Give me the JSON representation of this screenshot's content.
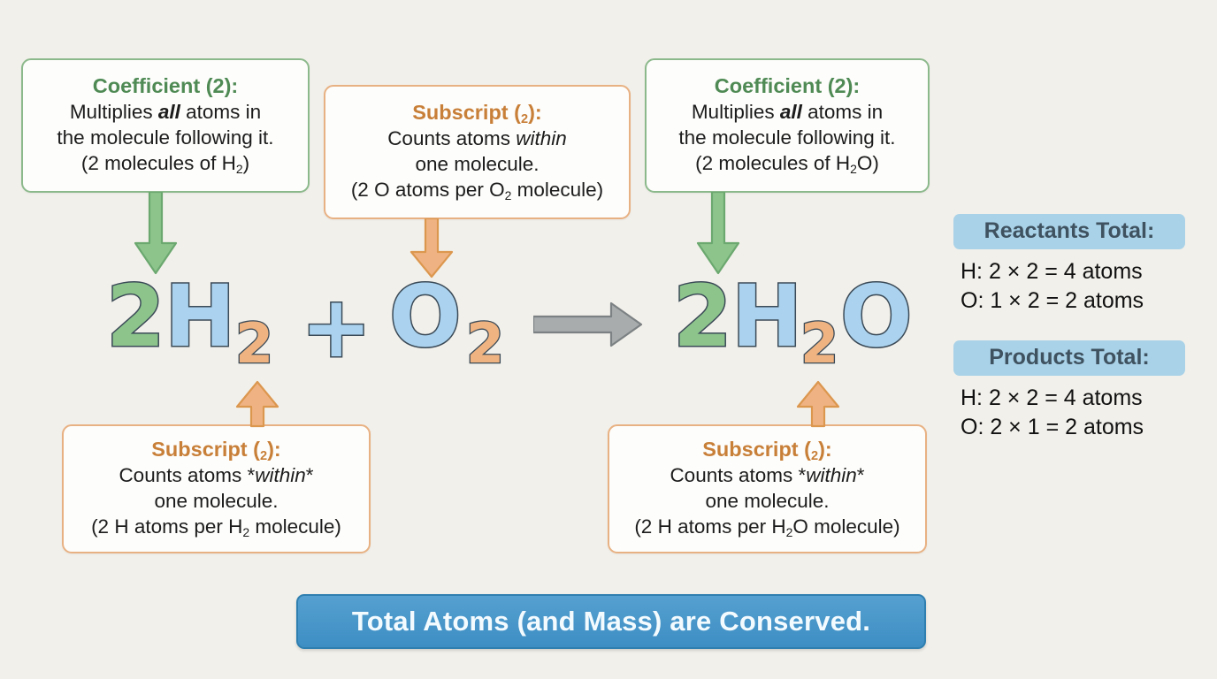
{
  "background_color": "#f2f0ea",
  "callouts": [
    {
      "id": "coefficient-left",
      "type": "coefficient",
      "accent_color": "#4f8a54",
      "border_color": "#8cb98c",
      "title": "Coefficient (2):",
      "line1_a": "Multiplies ",
      "line1_b": "all",
      "line1_c": " atoms in",
      "line2": "the molecule following it.",
      "line3_a": "(2 molecules of H",
      "line3_sub": "2",
      "line3_b": ")"
    },
    {
      "id": "subscript-middle",
      "type": "subscript",
      "accent_color": "#c87f38",
      "border_color": "#e8b183",
      "title_a": "Subscript (",
      "title_sub": "2",
      "title_b": "):",
      "line1_a": "Counts atoms ",
      "line1_b": "within",
      "line2": "one molecule.",
      "line3_a": "(2 O atoms per O",
      "line3_sub": "2",
      "line3_b": " molecule)"
    },
    {
      "id": "coefficient-right",
      "type": "coefficient",
      "accent_color": "#4f8a54",
      "border_color": "#8cb98c",
      "title": "Coefficient (2):",
      "line1_a": "Multiplies ",
      "line1_b": "all",
      "line1_c": " atoms in",
      "line2": "the molecule following it.",
      "line3_a": "(2 molecules of H",
      "line3_sub": "2",
      "line3_b": "O)"
    },
    {
      "id": "subscript-bottom-left",
      "type": "subscript",
      "accent_color": "#c87f38",
      "border_color": "#e8b183",
      "title_a": "Subscript (",
      "title_sub": "2",
      "title_b": "):",
      "line1_a": "Counts atoms *",
      "line1_b": "within",
      "line1_c": "*",
      "line2": "one molecule.",
      "line3_a": "(2 H atoms per H",
      "line3_sub": "2",
      "line3_b": " molecule)"
    },
    {
      "id": "subscript-bottom-right",
      "type": "subscript",
      "accent_color": "#c87f38",
      "border_color": "#e8b183",
      "title_a": "Subscript (",
      "title_sub": "2",
      "title_b": "):",
      "line1_a": "Counts atoms *",
      "line1_b": "within",
      "line1_c": "*",
      "line2": "one molecule.",
      "line3_a": "(2 H atoms per H",
      "line3_sub": "2",
      "line3_b": "O molecule)"
    }
  ],
  "equation": {
    "full_text": "2H2 + O2 -> 2H2O",
    "reactant1_coefficient": "2",
    "reactant1_element": "H",
    "reactant1_subscript": "2",
    "plus_sign": "+",
    "reactant2_element": "O",
    "reactant2_subscript": "2",
    "reaction_arrow": "arrow-right-icon",
    "product_coefficient": "2",
    "product_element1": "H",
    "product_subscript": "2",
    "product_element2": "O",
    "colors": {
      "coefficient": "#8cc48c",
      "element": "#abd3ef",
      "subscript": "#efb381",
      "outline": "#3b4a57",
      "arrow": "#a8acad"
    }
  },
  "summary": {
    "reactants": {
      "heading": "Reactants Total:",
      "rows": [
        "H: 2 × 2 = 4 atoms",
        "O: 1 × 2 = 2 atoms"
      ]
    },
    "products": {
      "heading": "Products Total:",
      "rows": [
        "H: 2 × 2 = 4 atoms",
        "O: 2 × 1 = 2 atoms"
      ]
    },
    "badge_color": "#a9d2e8",
    "badge_text_color": "#3f5260"
  },
  "banner": {
    "text": "Total Atoms (and Mass) are Conserved.",
    "background_color": "#3e8ec4",
    "text_color": "#f4fbff"
  },
  "arrows": [
    {
      "id": "green-arrow-left",
      "direction": "down",
      "color": "#8cc48c"
    },
    {
      "id": "orange-arrow-middle",
      "direction": "down",
      "color": "#efb383"
    },
    {
      "id": "green-arrow-right",
      "direction": "down",
      "color": "#8cc48c"
    },
    {
      "id": "orange-arrow-bottom-left",
      "direction": "up",
      "color": "#efb383"
    },
    {
      "id": "orange-arrow-bottom-right",
      "direction": "up",
      "color": "#efb383"
    }
  ]
}
